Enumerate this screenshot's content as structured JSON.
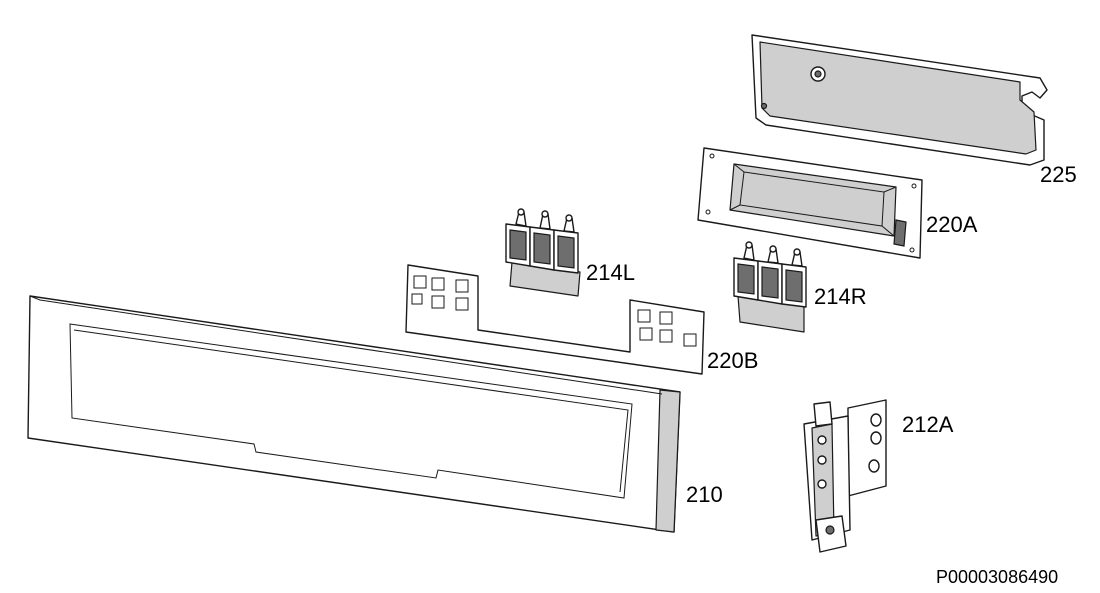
{
  "callouts": {
    "p225": "225",
    "p220a": "220A",
    "p214l": "214L",
    "p214r": "214R",
    "p220b": "220B",
    "p212a": "212A",
    "p210": "210"
  },
  "reference_code": "P00003086490"
}
